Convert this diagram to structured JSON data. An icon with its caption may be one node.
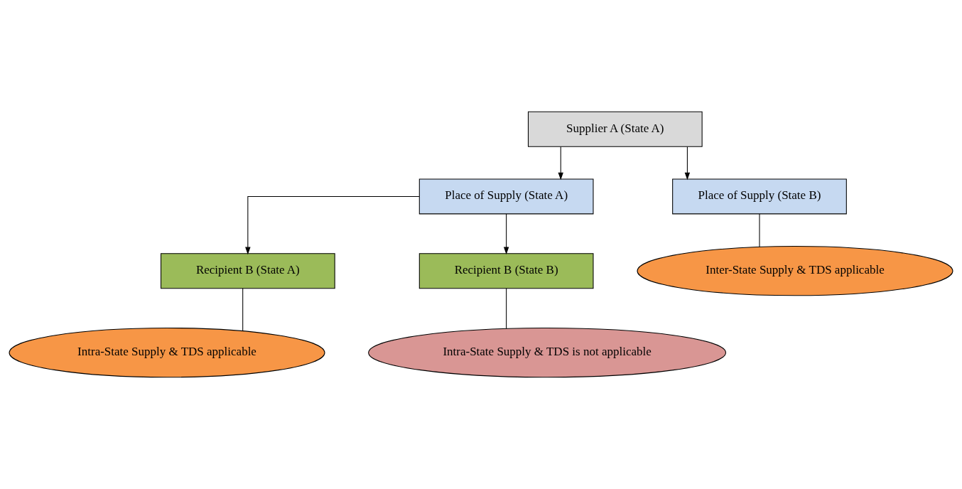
{
  "diagram": {
    "nodes": [
      {
        "text": [
          "Supplier A (State A)"
        ]
      },
      {
        "text": [
          "Place of Supply (State A)"
        ]
      },
      {
        "text": [
          "Place of Supply (State B)"
        ]
      },
      {
        "text": [
          "Recipient B (State A)"
        ]
      },
      {
        "text": [
          "Recipient B (State B)"
        ]
      },
      {
        "text": [
          "Intra-State Supply & TDS applicable"
        ]
      },
      {
        "text": [
          "Intra-State Supply & TDS is not applicable"
        ]
      },
      {
        "text": [
          "Inter-State Supply & TDS applicable"
        ]
      }
    ],
    "edges": [
      {
        "from": 0,
        "to": 1,
        "arrow": "to"
      },
      {
        "from": 0,
        "to": 2,
        "arrow": "to"
      },
      {
        "from": 1,
        "to": 3,
        "arrow": "to"
      },
      {
        "from": 1,
        "to": 4,
        "arrow": "to"
      },
      {
        "from": 3,
        "to": 5,
        "arrow": "none"
      },
      {
        "from": 4,
        "to": 6,
        "arrow": "none"
      },
      {
        "from": 2,
        "to": 7,
        "arrow": "none"
      }
    ]
  }
}
